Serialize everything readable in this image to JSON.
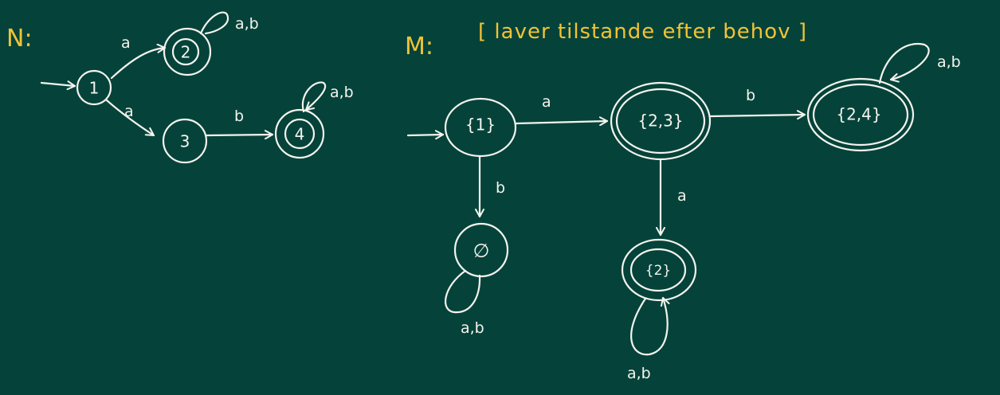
{
  "headings": {
    "nfa": "N:",
    "dfa": "M:",
    "note": "[ laver tilstande efter behov ]"
  },
  "nfa": {
    "states": {
      "s1": "1",
      "s2": "2",
      "s3": "3",
      "s4": "4"
    },
    "labels": {
      "e12": "a",
      "e13": "a",
      "e34": "b",
      "loop2": "a,b",
      "loop4": "a,b"
    }
  },
  "dfa": {
    "states": {
      "q1": "{1}",
      "q23": "{2,3}",
      "q24": "{2,4}",
      "q2": "{2}",
      "qe": "∅"
    },
    "labels": {
      "e1_23": "a",
      "e23_24": "b",
      "e1_e": "b",
      "e23_2": "a",
      "loop24": "a,b",
      "loop2": "a,b",
      "loope": "a,b"
    }
  },
  "colors": {
    "background": "#05433a",
    "chalk": "#f4f4ee",
    "accent": "#f2c335"
  }
}
